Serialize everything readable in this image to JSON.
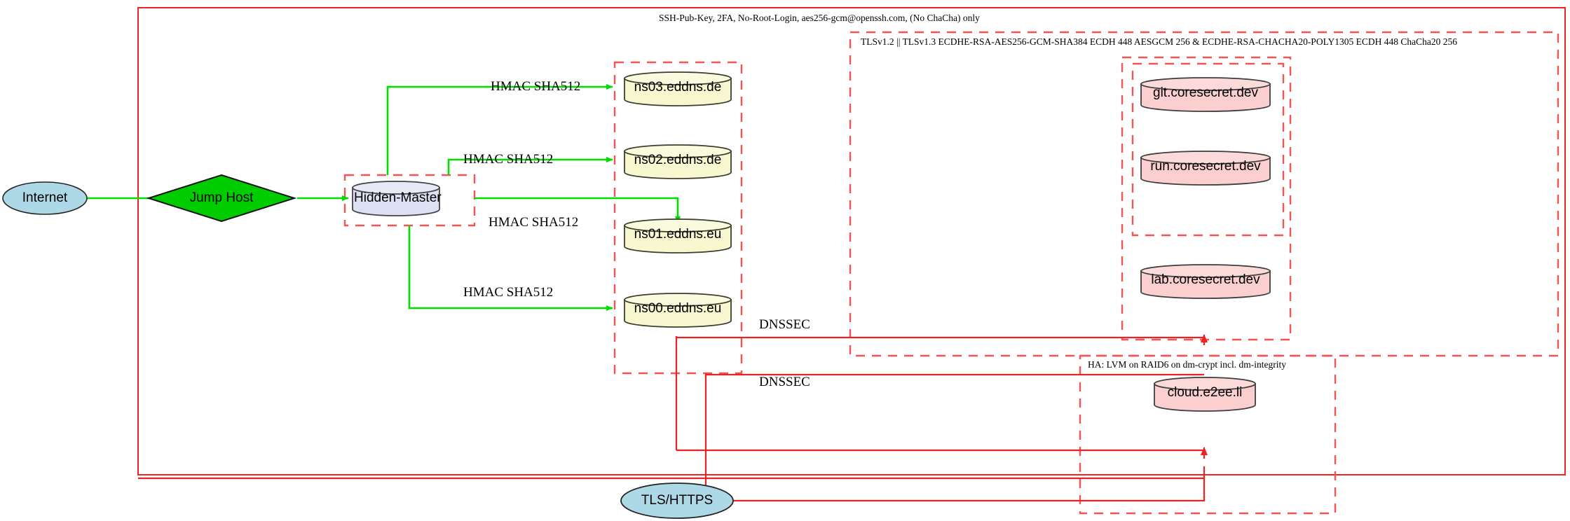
{
  "diagram": {
    "title": "Secure DNS and service hosting infrastructure",
    "colors": {
      "red": "#ee2222",
      "red_dash": "#f25555",
      "green": "#00dd00",
      "cyl_dns_fill": "#f7f7d0",
      "cyl_master_fill": "#dde0f2",
      "cyl_service_fill": "#fbcfcf",
      "ellipse_fill": "#add8e6",
      "diamond_fill": "#00cc00",
      "stroke_dark": "#404040"
    }
  },
  "boundaries": {
    "ssh_zone_label": "SSH-Pub-Key, 2FA, No-Root-Login, aes256-gcm@openssh.com, (No ChaCha) only",
    "tls_zone_label": "TLSv1.2 || TLSv1.3 ECDHE-RSA-AES256-GCM-SHA384 ECDH 448 AESGCM 256 & ECDHE-RSA-CHACHA20-POLY1305 ECDH 448 ChaCha20 256",
    "ha_zone_label": "HA: LVM on RAID6 on dm-crypt incl. dm-integrity"
  },
  "nodes": {
    "internet": "Internet",
    "jump_host": "Jump Host",
    "hidden_master": "Hidden-Master",
    "tls_https": "TLS/HTTPS",
    "nameservers": [
      "ns03.eddns.de",
      "ns02.eddns.de",
      "ns01.eddns.eu",
      "ns00.eddns.eu"
    ],
    "services": [
      "git.coresecret.dev",
      "run.coresecret.dev",
      "lab.coresecret.dev"
    ],
    "cloud": "cloud.e2ee.li"
  },
  "edges": {
    "hmac": [
      "HMAC SHA512",
      "HMAC SHA512",
      "HMAC SHA512",
      "HMAC SHA512"
    ],
    "dnssec": [
      "DNSSEC",
      "DNSSEC"
    ]
  }
}
